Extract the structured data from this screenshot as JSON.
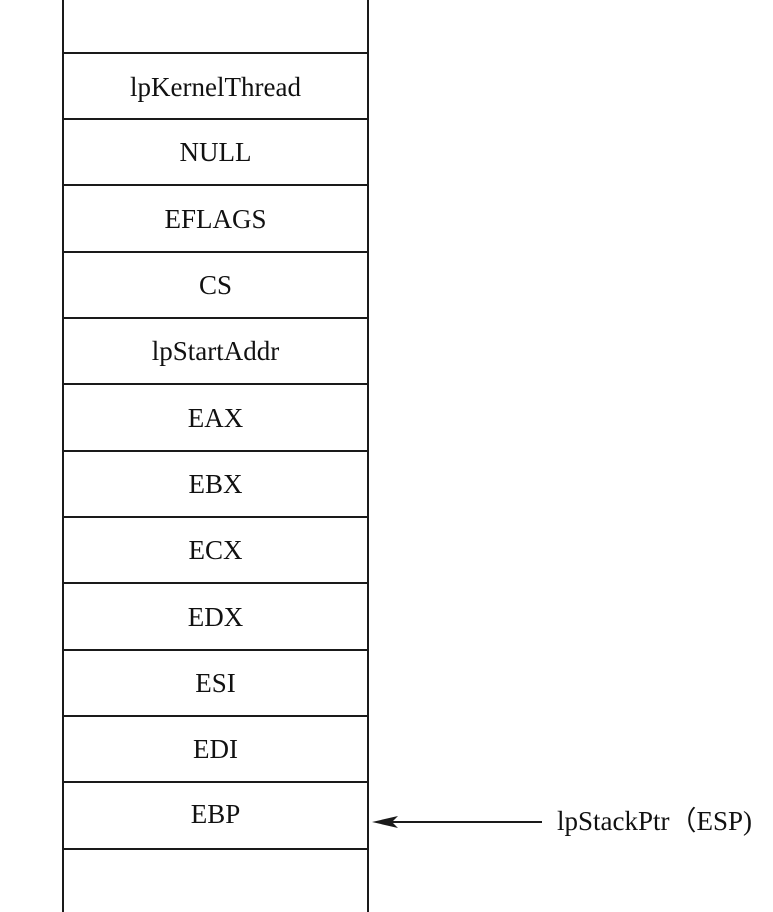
{
  "stack_slots": [
    "",
    "lpKernelThread",
    "NULL",
    "EFLAGS",
    "CS",
    "lpStartAddr",
    "EAX",
    "EBX",
    "ECX",
    "EDX",
    "ESI",
    "EDI",
    "EBP",
    ""
  ],
  "pointer": {
    "label": "lpStackPtr（ESP)",
    "points_to": "EBP"
  }
}
